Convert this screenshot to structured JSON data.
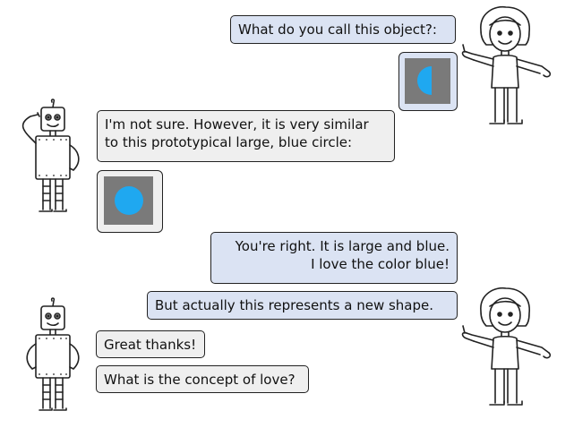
{
  "messages": [
    {
      "speaker": "human",
      "text": "What do you call this object?:"
    },
    {
      "speaker": "robot",
      "text": "I'm not sure. However, it is very similar\nto this prototypical large, blue circle:"
    },
    {
      "speaker": "human",
      "text": "You're right. It is large and blue.\nI love the color blue!"
    },
    {
      "speaker": "human",
      "text": "But actually this represents a new shape."
    },
    {
      "speaker": "robot",
      "text": "Great thanks!"
    },
    {
      "speaker": "robot",
      "text": "What is the concept of love?"
    }
  ],
  "images": {
    "query_shape": {
      "shape": "half-circle",
      "fill": "#1fa8f0",
      "background": "#7a7a7a"
    },
    "prototype_shape": {
      "shape": "circle",
      "fill": "#1fa8f0",
      "background": "#7a7a7a"
    }
  },
  "colors": {
    "human_bubble": "#dbe3f3",
    "robot_bubble": "#efefef",
    "shape_blue": "#1fa8f0",
    "image_gray": "#7a7a7a"
  }
}
